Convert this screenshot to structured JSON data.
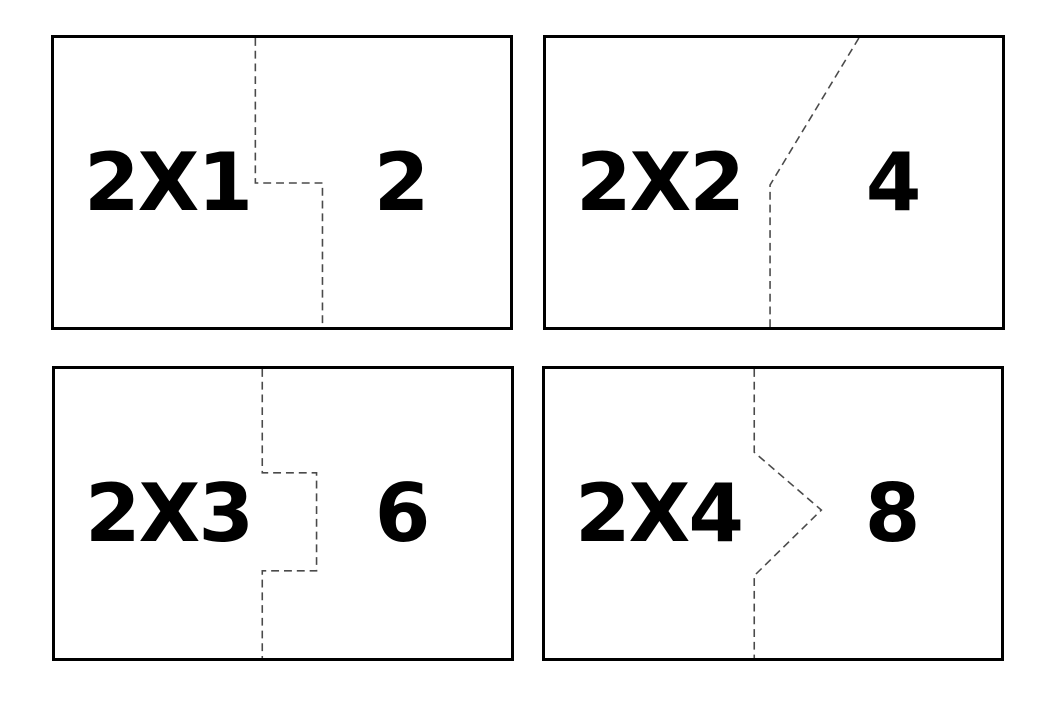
{
  "sheet": {
    "description": "Multiplication puzzle flash cards, 2 times table, cut-apart matching cards"
  },
  "colors": {
    "background": "#ffffff",
    "card_border": "#000000",
    "cut_line": "#4a4a4a",
    "text": "#000000"
  },
  "cards": [
    {
      "problem": "2X1",
      "answer": "2",
      "cut_shape": "step"
    },
    {
      "problem": "2X2",
      "answer": "4",
      "cut_shape": "diagonal"
    },
    {
      "problem": "2X3",
      "answer": "6",
      "cut_shape": "square-tab"
    },
    {
      "problem": "2X4",
      "answer": "8",
      "cut_shape": "chevron"
    }
  ]
}
